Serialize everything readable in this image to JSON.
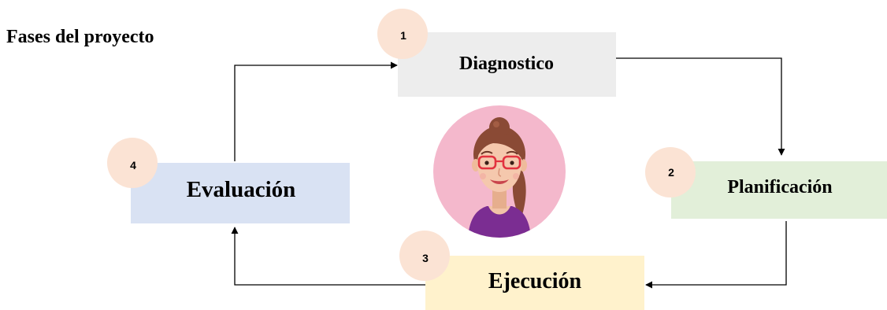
{
  "title": "Fases del proyecto",
  "colors": {
    "badge": "#fbe3d4",
    "diagnostico": "#ededed",
    "planificacion": "#e2efd9",
    "ejecucion": "#fff2cc",
    "evaluacion": "#d9e2f3",
    "avatar_bg": "#f4b8cc"
  },
  "phases": [
    {
      "number": "1",
      "label": "Diagnostico"
    },
    {
      "number": "2",
      "label": "Planificación"
    },
    {
      "number": "3",
      "label": "Ejecución"
    },
    {
      "number": "4",
      "label": "Evaluación"
    }
  ],
  "flow": [
    {
      "from": "Diagnostico",
      "to": "Planificación"
    },
    {
      "from": "Planificación",
      "to": "Ejecución"
    },
    {
      "from": "Ejecución",
      "to": "Evaluación"
    },
    {
      "from": "Evaluación",
      "to": "Diagnostico"
    }
  ]
}
